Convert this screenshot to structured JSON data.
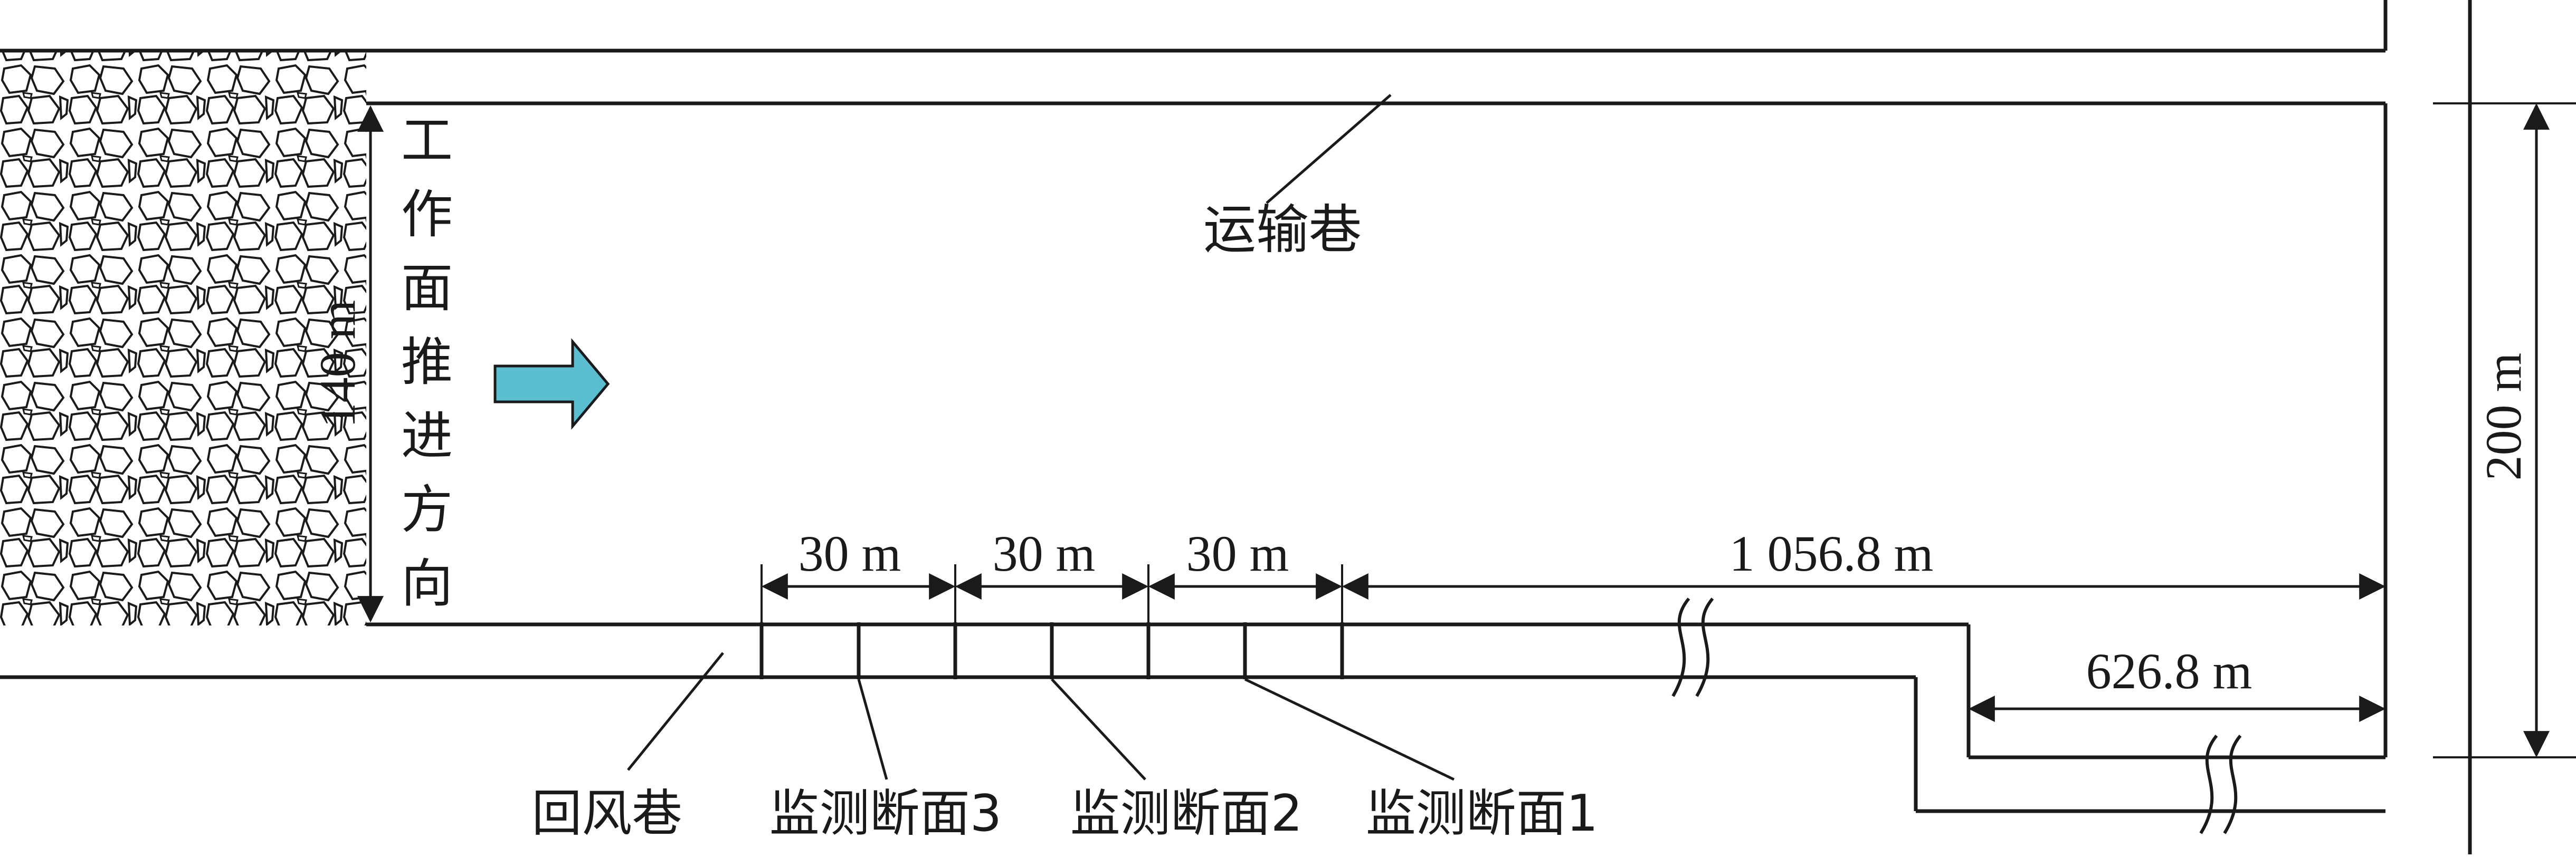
{
  "labels": {
    "transport_roadway": "运输巷",
    "return_air_roadway": "回风巷",
    "advance_direction": "工作面推进方向",
    "section_3": "监测断面3",
    "section_2": "监测断面2",
    "section_1": "监测断面1"
  },
  "dimensions": {
    "face_length": "140 m",
    "spacing_a": "30 m",
    "spacing_b": "30 m",
    "spacing_c": "30 m",
    "remaining_length": "1 056.8 m",
    "branch_length": "626.8 m",
    "total_width": "200 m"
  },
  "colors": {
    "arrow_fill": "#5bbdd0",
    "line": "#1a1a1a",
    "goaf_stroke": "#1a1a1a"
  },
  "icons": {
    "advance_arrow": "arrow-right-icon",
    "goaf": "rubble-pattern"
  }
}
